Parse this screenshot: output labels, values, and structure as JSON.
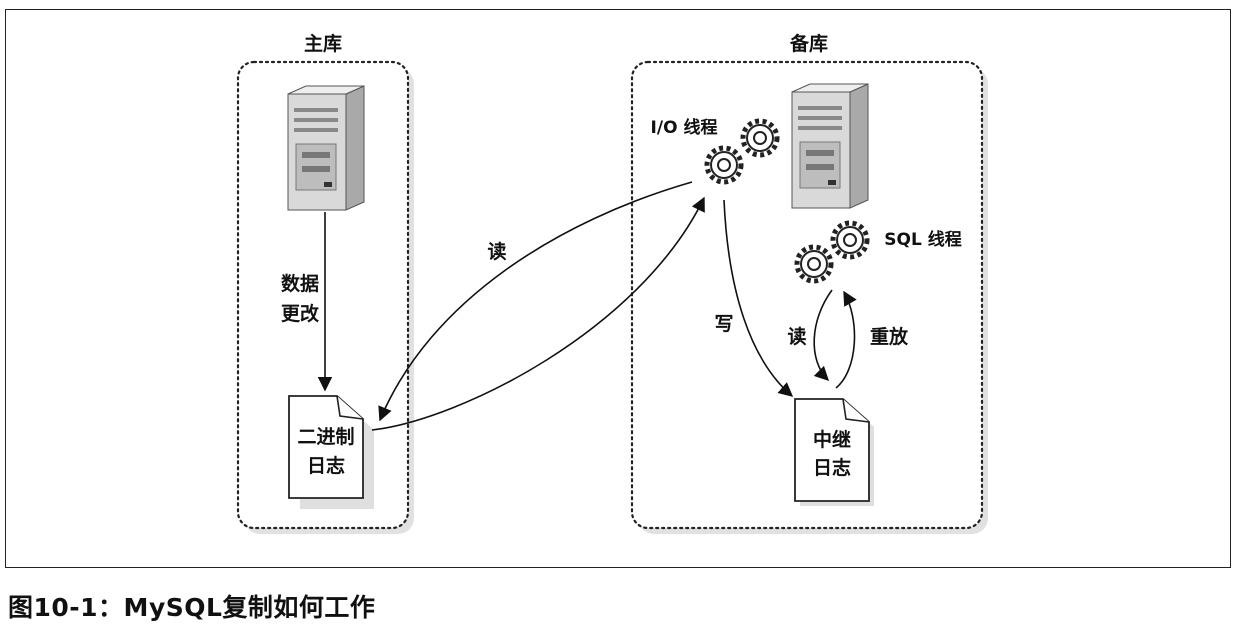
{
  "figure": {
    "master": {
      "title": "主库",
      "data_change_line1": "数据",
      "data_change_line2": "更改",
      "binlog_line1": "二进制",
      "binlog_line2": "日志"
    },
    "replica": {
      "title": "备库",
      "io_thread": "I/O 线程",
      "sql_thread": "SQL 线程",
      "relay_line1": "中继",
      "relay_line2": "日志"
    },
    "arrows": {
      "read_binlog": "读",
      "write_relay": "写",
      "read_relay": "读",
      "replay": "重放"
    },
    "caption": "图10-1：MySQL复制如何工作"
  }
}
